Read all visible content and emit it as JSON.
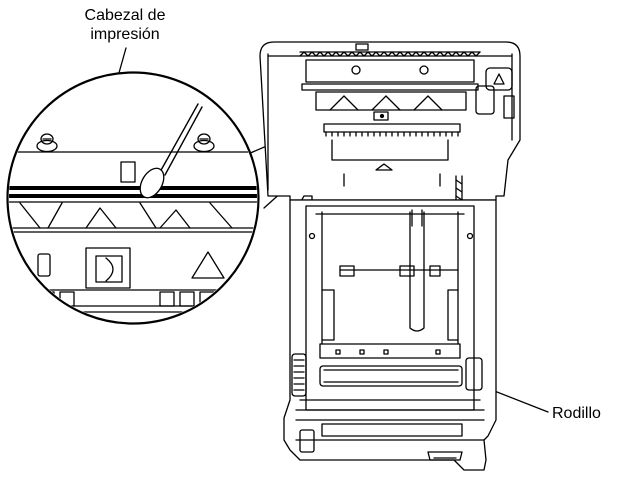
{
  "labels": {
    "head_line1": "Cabezal de",
    "head_line2": "impresión",
    "roller": "Rodillo"
  },
  "colors": {
    "line": "#000000",
    "background": "#ffffff",
    "light_gray": "#f2f2f2"
  }
}
